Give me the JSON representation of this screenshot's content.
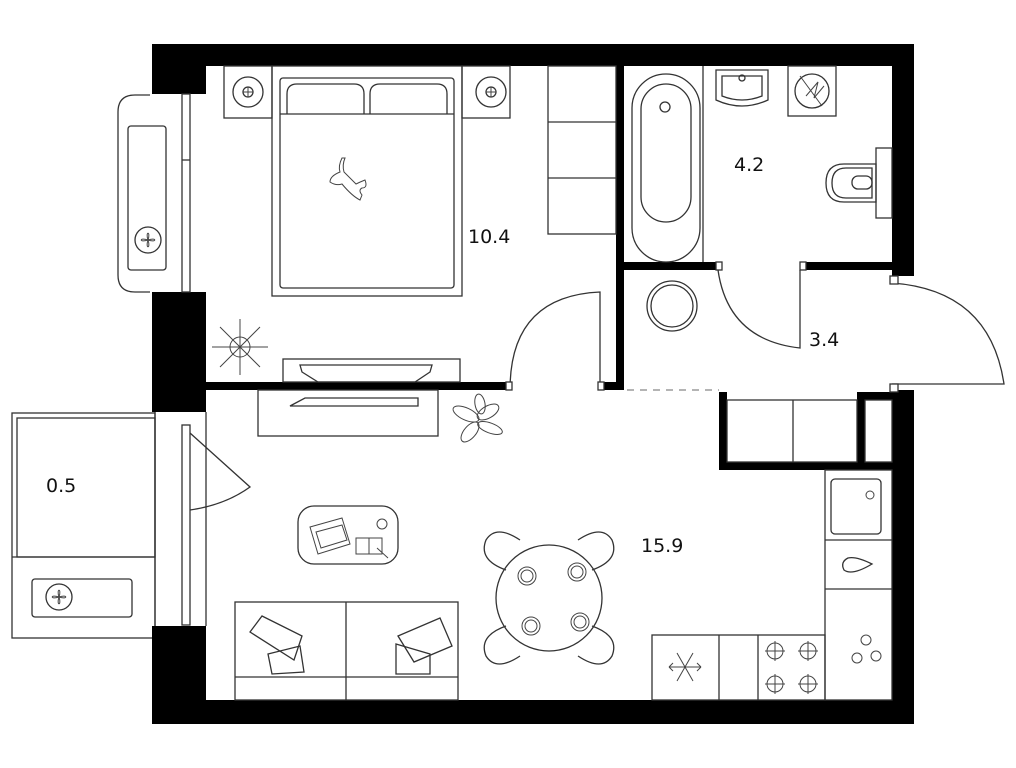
{
  "plan": {
    "type": "apartment-floor-plan",
    "colors": {
      "wall": "#000000",
      "line": "#333333",
      "background": "#ffffff"
    },
    "rooms": [
      {
        "id": "bedroom",
        "area": "10.4"
      },
      {
        "id": "bathroom",
        "area": "4.2"
      },
      {
        "id": "hallway",
        "area": "3.4"
      },
      {
        "id": "living-kitchen",
        "area": "15.9"
      },
      {
        "id": "balcony",
        "area": "0.5"
      }
    ],
    "fixtures": {
      "bedroom": [
        "double-bed",
        "nightstand-lamp",
        "nightstand-lamp",
        "wardrobe",
        "tv-console",
        "plant",
        "cat"
      ],
      "bathroom": [
        "bathtub",
        "sink",
        "water-heater",
        "toilet"
      ],
      "hallway": [
        "round-mat",
        "entrance-door"
      ],
      "living-kitchen": [
        "sofa",
        "coffee-table-laptop",
        "dining-table-4-chairs",
        "fridge",
        "stove-4-burner",
        "kitchen-sink",
        "plant",
        "built-in-closet"
      ],
      "balcony": [
        "air-conditioner-unit"
      ]
    }
  }
}
